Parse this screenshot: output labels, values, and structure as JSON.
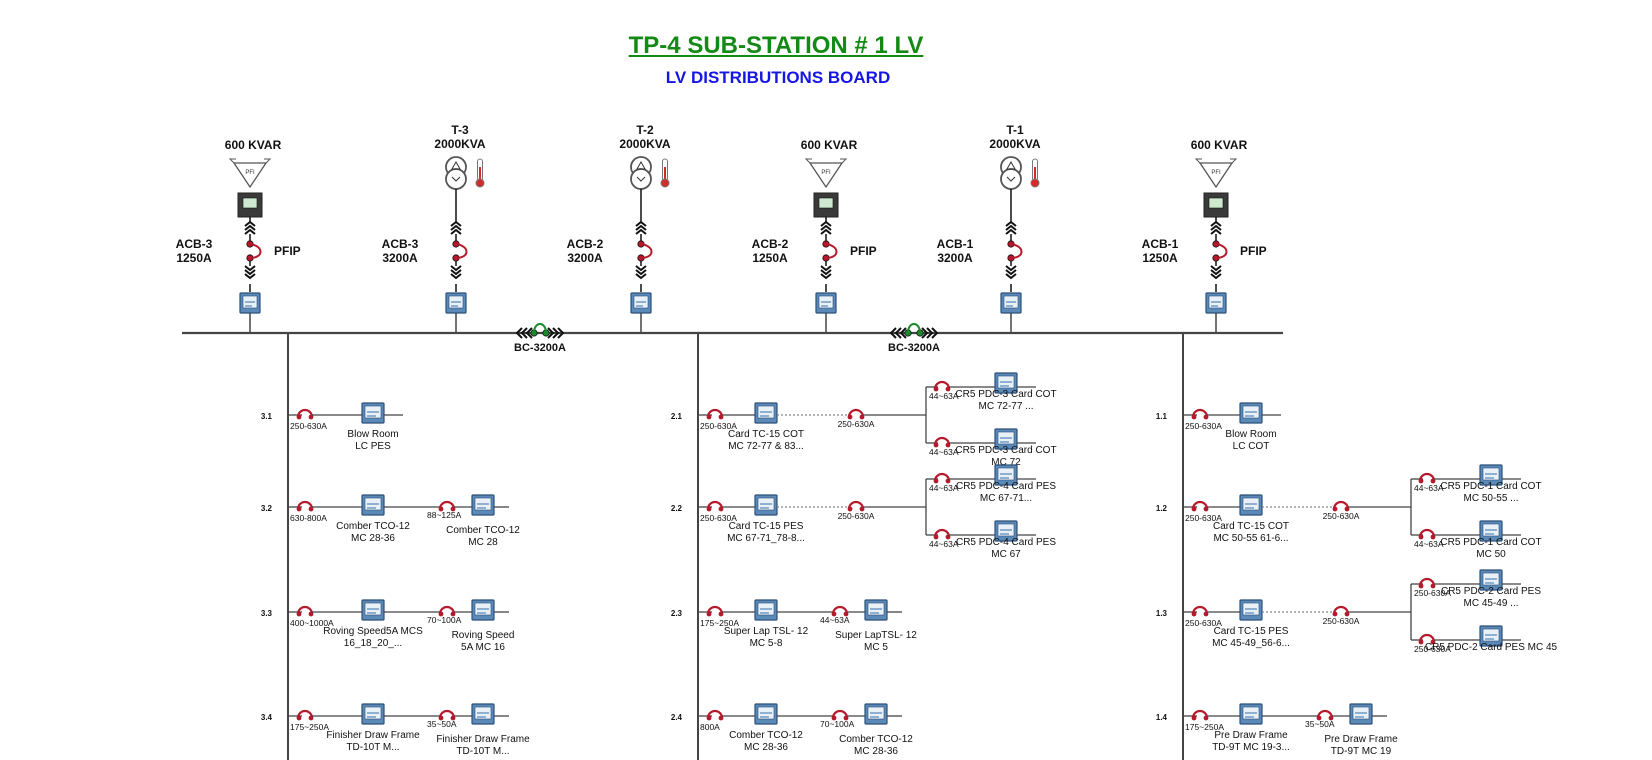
{
  "header": {
    "title": "TP-4 SUB-STATION # 1 LV",
    "subtitle": "LV DISTRIBUTIONS BOARD"
  },
  "colors": {
    "title": "#138a13",
    "subtitle": "#1515e6",
    "breaker_red": "#cc1f1f",
    "coupler_green": "#1a8a2a",
    "meter_blue": "#3a6ea5"
  },
  "incomers": [
    {
      "kind": "capacitor",
      "top_label": "600 KVAR",
      "acb": [
        "ACB-3",
        "1250A"
      ],
      "side": "PFIP"
    },
    {
      "kind": "transformer",
      "top_label": [
        "T-3",
        "2000KVA"
      ],
      "acb": [
        "ACB-3",
        "3200A"
      ],
      "side": ""
    },
    {
      "kind": "transformer",
      "top_label": [
        "T-2",
        "2000KVA"
      ],
      "acb": [
        "ACB-2",
        "3200A"
      ],
      "side": ""
    },
    {
      "kind": "capacitor",
      "top_label": "600 KVAR",
      "acb": [
        "ACB-2",
        "1250A"
      ],
      "side": "PFIP"
    },
    {
      "kind": "transformer",
      "top_label": [
        "T-1",
        "2000KVA"
      ],
      "acb": [
        "ACB-1",
        "3200A"
      ],
      "side": ""
    },
    {
      "kind": "capacitor",
      "top_label": "600 KVAR",
      "acb": [
        "ACB-1",
        "1250A"
      ],
      "side": "PFIP"
    }
  ],
  "couplers": [
    "BC-3200A",
    "BC-3200A"
  ],
  "sections": [
    {
      "feeders": [
        {
          "id": "3.1",
          "rating": "250-630A",
          "load": [
            "Blow Room",
            "LC PES"
          ]
        },
        {
          "id": "3.2",
          "rating": "630-800A",
          "load": [
            "Comber TCO-12",
            "MC 28-36"
          ],
          "sub_rating": "88~125A",
          "sub_load": [
            "Comber TCO-12",
            "MC 28"
          ]
        },
        {
          "id": "3.3",
          "rating": "400~1000A",
          "load": [
            "Roving Speed5A MCS",
            "16_18_20_..."
          ],
          "sub_rating": "70~100A",
          "sub_load": [
            "Roving Speed",
            "5A MC 16"
          ]
        },
        {
          "id": "3.4",
          "rating": "175~250A",
          "load": [
            "Finisher Draw Frame",
            "TD-10T M..."
          ],
          "sub_rating": "35~50A",
          "sub_load": [
            "Finisher Draw Frame",
            "TD-10T M..."
          ]
        }
      ]
    },
    {
      "feeders": [
        {
          "id": "2.1",
          "rating": "250-630A",
          "load": [
            "Card TC-15 COT",
            "MC 72-77 & 83..."
          ],
          "mid_rating": "250-630A",
          "branches": [
            {
              "rating": "44~63A",
              "load": [
                "CR5 PDC-3 Card COT",
                "MC 72-77 ..."
              ]
            },
            {
              "rating": "44~63A",
              "load": [
                "CR5 PDC-3 Card COT",
                "MC 72"
              ]
            }
          ]
        },
        {
          "id": "2.2",
          "rating": "250-630A",
          "load": [
            "Card TC-15 PES",
            "MC 67-71_78-8..."
          ],
          "mid_rating": "250-630A",
          "branches": [
            {
              "rating": "44~63A",
              "load": [
                "CR5 PDC-4 Card PES",
                "MC 67-71..."
              ]
            },
            {
              "rating": "44~63A",
              "load": [
                "CR5 PDC-4 Card PES",
                "MC 67"
              ]
            }
          ]
        },
        {
          "id": "2.3",
          "rating": "175~250A",
          "load": [
            "Super Lap TSL- 12",
            "MC 5-8"
          ],
          "sub_rating": "44~63A",
          "sub_load": [
            "Super LapTSL- 12",
            "MC 5"
          ]
        },
        {
          "id": "2.4",
          "rating": "800A",
          "load": [
            "Comber TCO-12",
            "MC 28-36"
          ],
          "sub_rating": "70~100A",
          "sub_load": [
            "Comber TCO-12",
            "MC 28-36"
          ]
        }
      ]
    },
    {
      "feeders": [
        {
          "id": "1.1",
          "rating": "250-630A",
          "load": [
            "Blow Room",
            "LC COT"
          ]
        },
        {
          "id": "1.2",
          "rating": "250-630A",
          "load": [
            "Card TC-15 COT",
            "MC 50-55 61-6..."
          ],
          "mid_rating": "250-630A",
          "branches": [
            {
              "rating": "44~63A",
              "load": [
                "CR5 PDC-1 Card COT",
                "MC 50-55 ..."
              ]
            },
            {
              "rating": "44~63A",
              "load": [
                "CR5 PDC-1 Card COT",
                "MC 50"
              ]
            }
          ]
        },
        {
          "id": "1.3",
          "rating": "250-630A",
          "load": [
            "Card TC-15 PES",
            "MC 45-49_56-6..."
          ],
          "mid_rating": "250-630A",
          "branches": [
            {
              "rating": "250-630A",
              "load": [
                "CR5 PDC-2 Card PES",
                "MC 45-49 ..."
              ]
            },
            {
              "rating": "250-630A",
              "load": [
                "CR5 PDC-2 Card PES MC 45"
              ]
            }
          ]
        },
        {
          "id": "1.4",
          "rating": "175~250A",
          "load": [
            "Pre Draw Frame",
            "TD-9T MC 19-3..."
          ],
          "sub_rating": "35~50A",
          "sub_load": [
            "Pre Draw Frame",
            "TD-9T MC 19"
          ]
        }
      ]
    }
  ]
}
